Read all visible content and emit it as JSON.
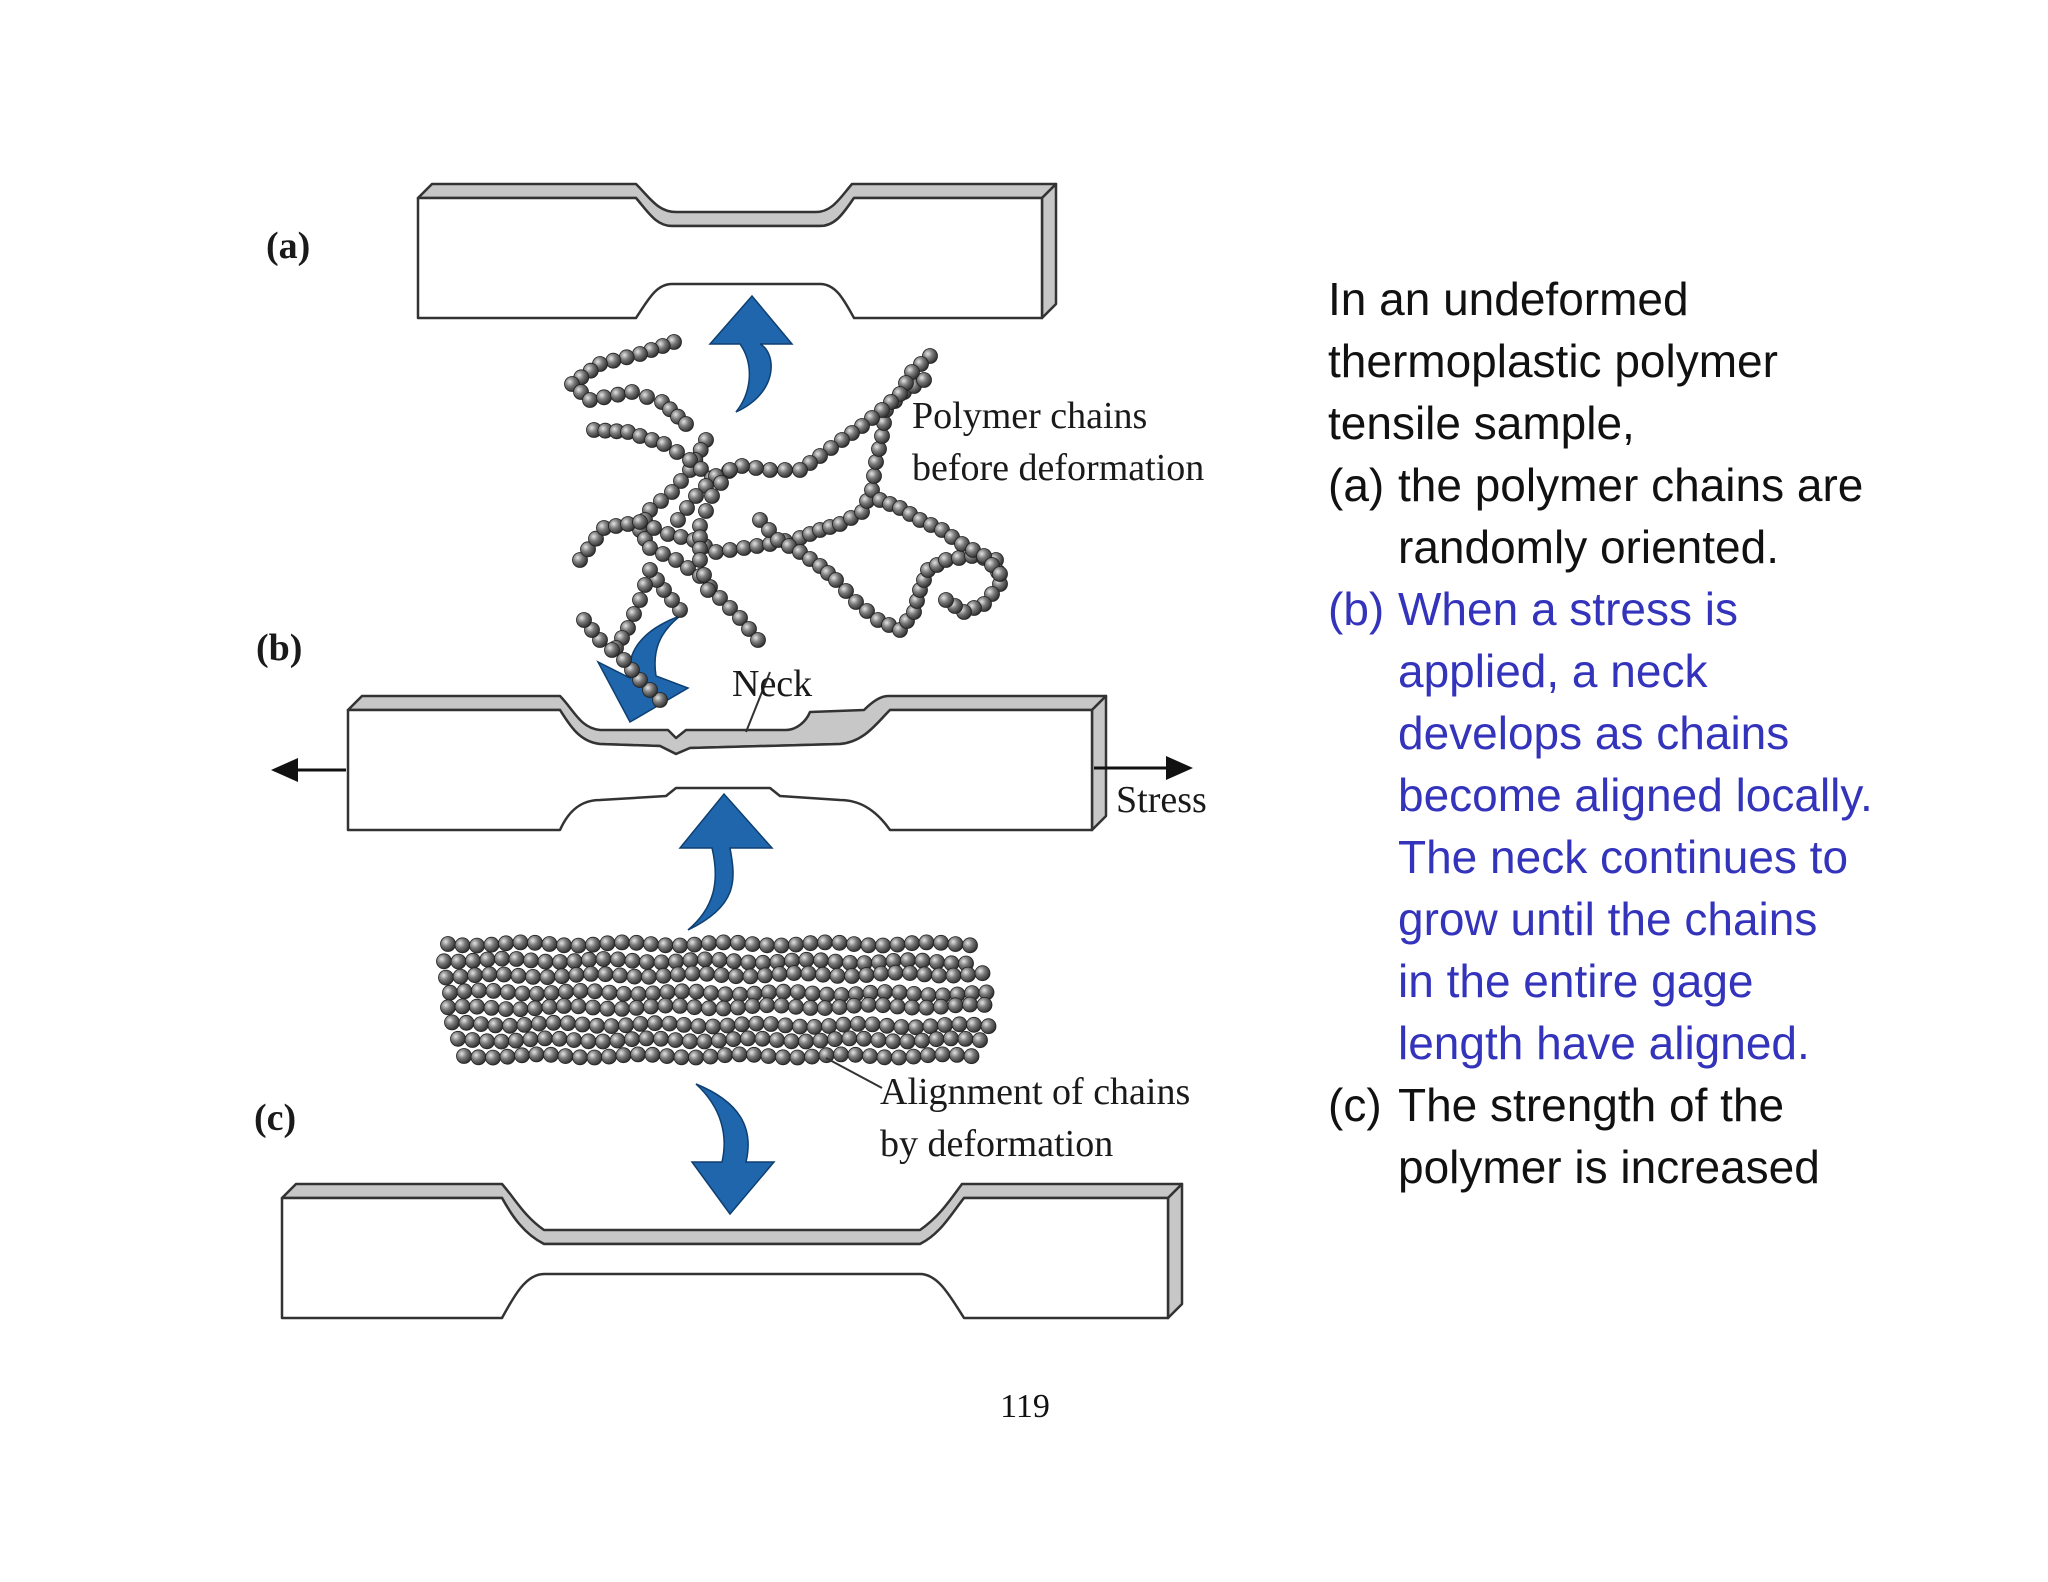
{
  "figure": {
    "panel_a_label": "(a)",
    "panel_b_label": "(b)",
    "panel_c_label": "(c)",
    "chains_before_label": [
      "Polymer chains",
      "before deformation"
    ],
    "neck_label": "Neck",
    "stress_label": "Stress",
    "alignment_label": [
      "Alignment of chains",
      "by deformation"
    ],
    "colors": {
      "arrow": "#1f66ad",
      "specimen_side": "#c7c7c7",
      "bead": "#5a5a5a",
      "outline": "#333333"
    }
  },
  "text": {
    "intro": [
      "In an undeformed",
      "thermoplastic polymer",
      "tensile sample,"
    ],
    "items": [
      {
        "tag": "(a)",
        "lines": [
          "the polymer chains are",
          "randomly oriented."
        ],
        "highlight": false
      },
      {
        "tag": "(b)",
        "lines": [
          "When a stress is",
          "applied, a neck",
          "develops as chains",
          "become aligned locally.",
          "The neck continues to",
          "grow until the chains",
          "in the entire gage",
          "length have aligned."
        ],
        "highlight": true
      },
      {
        "tag": "(c)",
        "lines": [
          "The strength of the",
          "polymer is increased"
        ],
        "highlight": false
      }
    ]
  },
  "page_number": "119"
}
